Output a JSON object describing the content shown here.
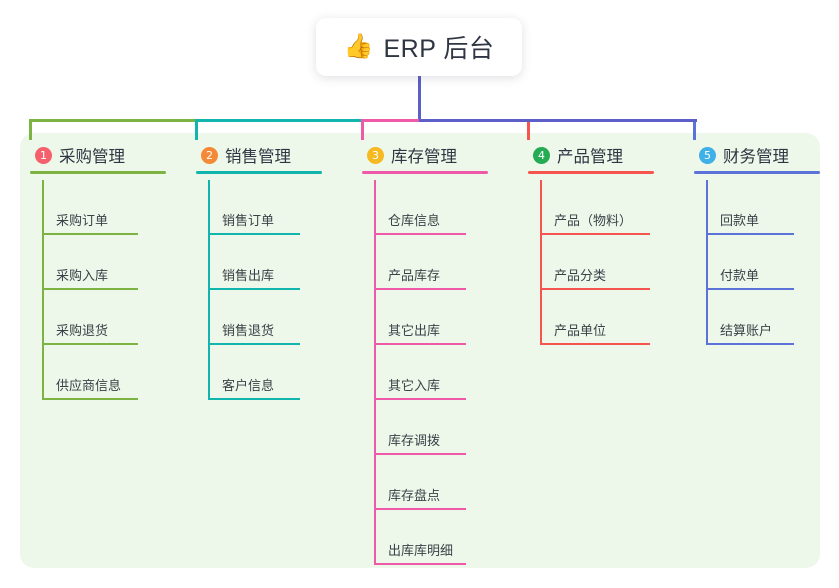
{
  "root": {
    "icon": "thumbs-up-emoji",
    "emoji": "👍",
    "title": "ERP 后台"
  },
  "theme": {
    "page_background": "#ffffff",
    "panel_background": "#eef8ea",
    "root_box_background": "#ffffff",
    "stem_color": "#5b5fc7",
    "text_color": "#2f3542"
  },
  "columns": [
    {
      "index": "1",
      "badge_color": "#f4606c",
      "line_color": "#7cb342",
      "label": "采购管理",
      "children": [
        "采购订单",
        "采购入库",
        "采购退货",
        "供应商信息"
      ]
    },
    {
      "index": "2",
      "badge_color": "#f58a36",
      "line_color": "#12b5ad",
      "label": "销售管理",
      "children": [
        "销售订单",
        "销售出库",
        "销售退货",
        "客户信息"
      ]
    },
    {
      "index": "3",
      "badge_color": "#f5b921",
      "line_color": "#ef5aa8",
      "label": "库存管理",
      "children": [
        "仓库信息",
        "产品库存",
        "其它出库",
        "其它入库",
        "库存调拨",
        "库存盘点",
        "出库库明细"
      ]
    },
    {
      "index": "4",
      "badge_color": "#25ab54",
      "line_color": "#f6544f",
      "label": "产品管理",
      "children": [
        "产品（物料）",
        "产品分类",
        "产品单位"
      ]
    },
    {
      "index": "5",
      "badge_color": "#3fb0e8",
      "line_color": "#5b73d8",
      "label": "财务管理",
      "children": [
        "回款单",
        "付款单",
        "结算账户"
      ]
    }
  ]
}
